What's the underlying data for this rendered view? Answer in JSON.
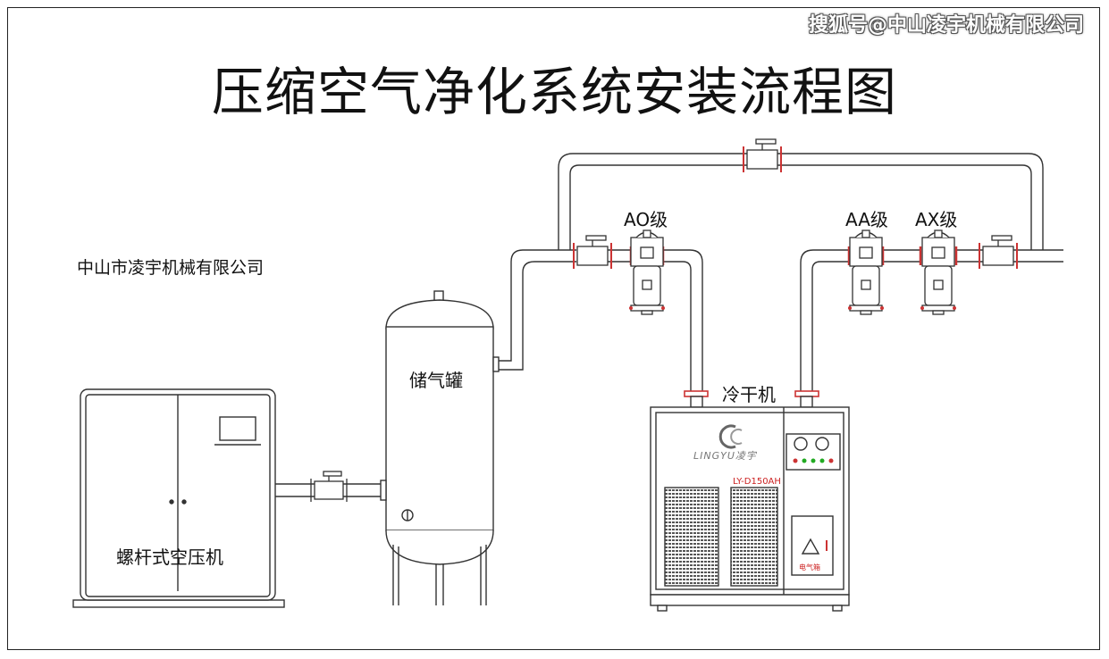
{
  "title": "压缩空气净化系统安装流程图",
  "watermark": "搜狐号@中山凌宇机械有限公司",
  "company": "中山市凌宇机械有限公司",
  "components": {
    "compressor": "螺杆式空压机",
    "tank": "储气罐",
    "dryer": "冷干机",
    "filter_ao": "AO级",
    "filter_aa": "AA级",
    "filter_ax": "AX级"
  },
  "dryer_panel": {
    "brand": "LINGYU凌宇",
    "model": "LY-D150AH",
    "electric_box": "电气箱"
  }
}
